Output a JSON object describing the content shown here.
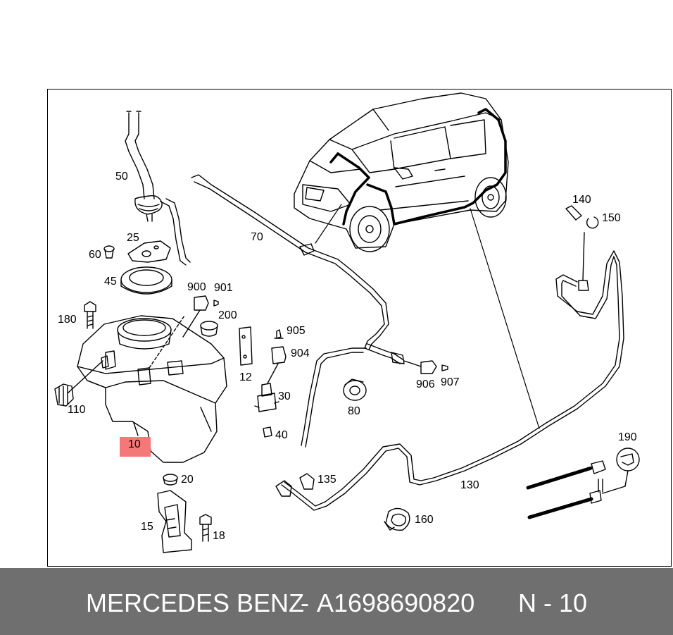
{
  "footer": {
    "brand": "MERCEDES BENZ",
    "separator": "-",
    "part_number": "A1698690820",
    "position": "N - 10"
  },
  "highlight": {
    "label": "10",
    "color": "#f47878"
  },
  "callouts": [
    "50",
    "25",
    "60",
    "45",
    "180",
    "110",
    "900",
    "901",
    "200",
    "70",
    "905",
    "904",
    "12",
    "30",
    "40",
    "80",
    "906",
    "907",
    "140",
    "150",
    "190",
    "130",
    "135",
    "160",
    "20",
    "15",
    "18"
  ]
}
